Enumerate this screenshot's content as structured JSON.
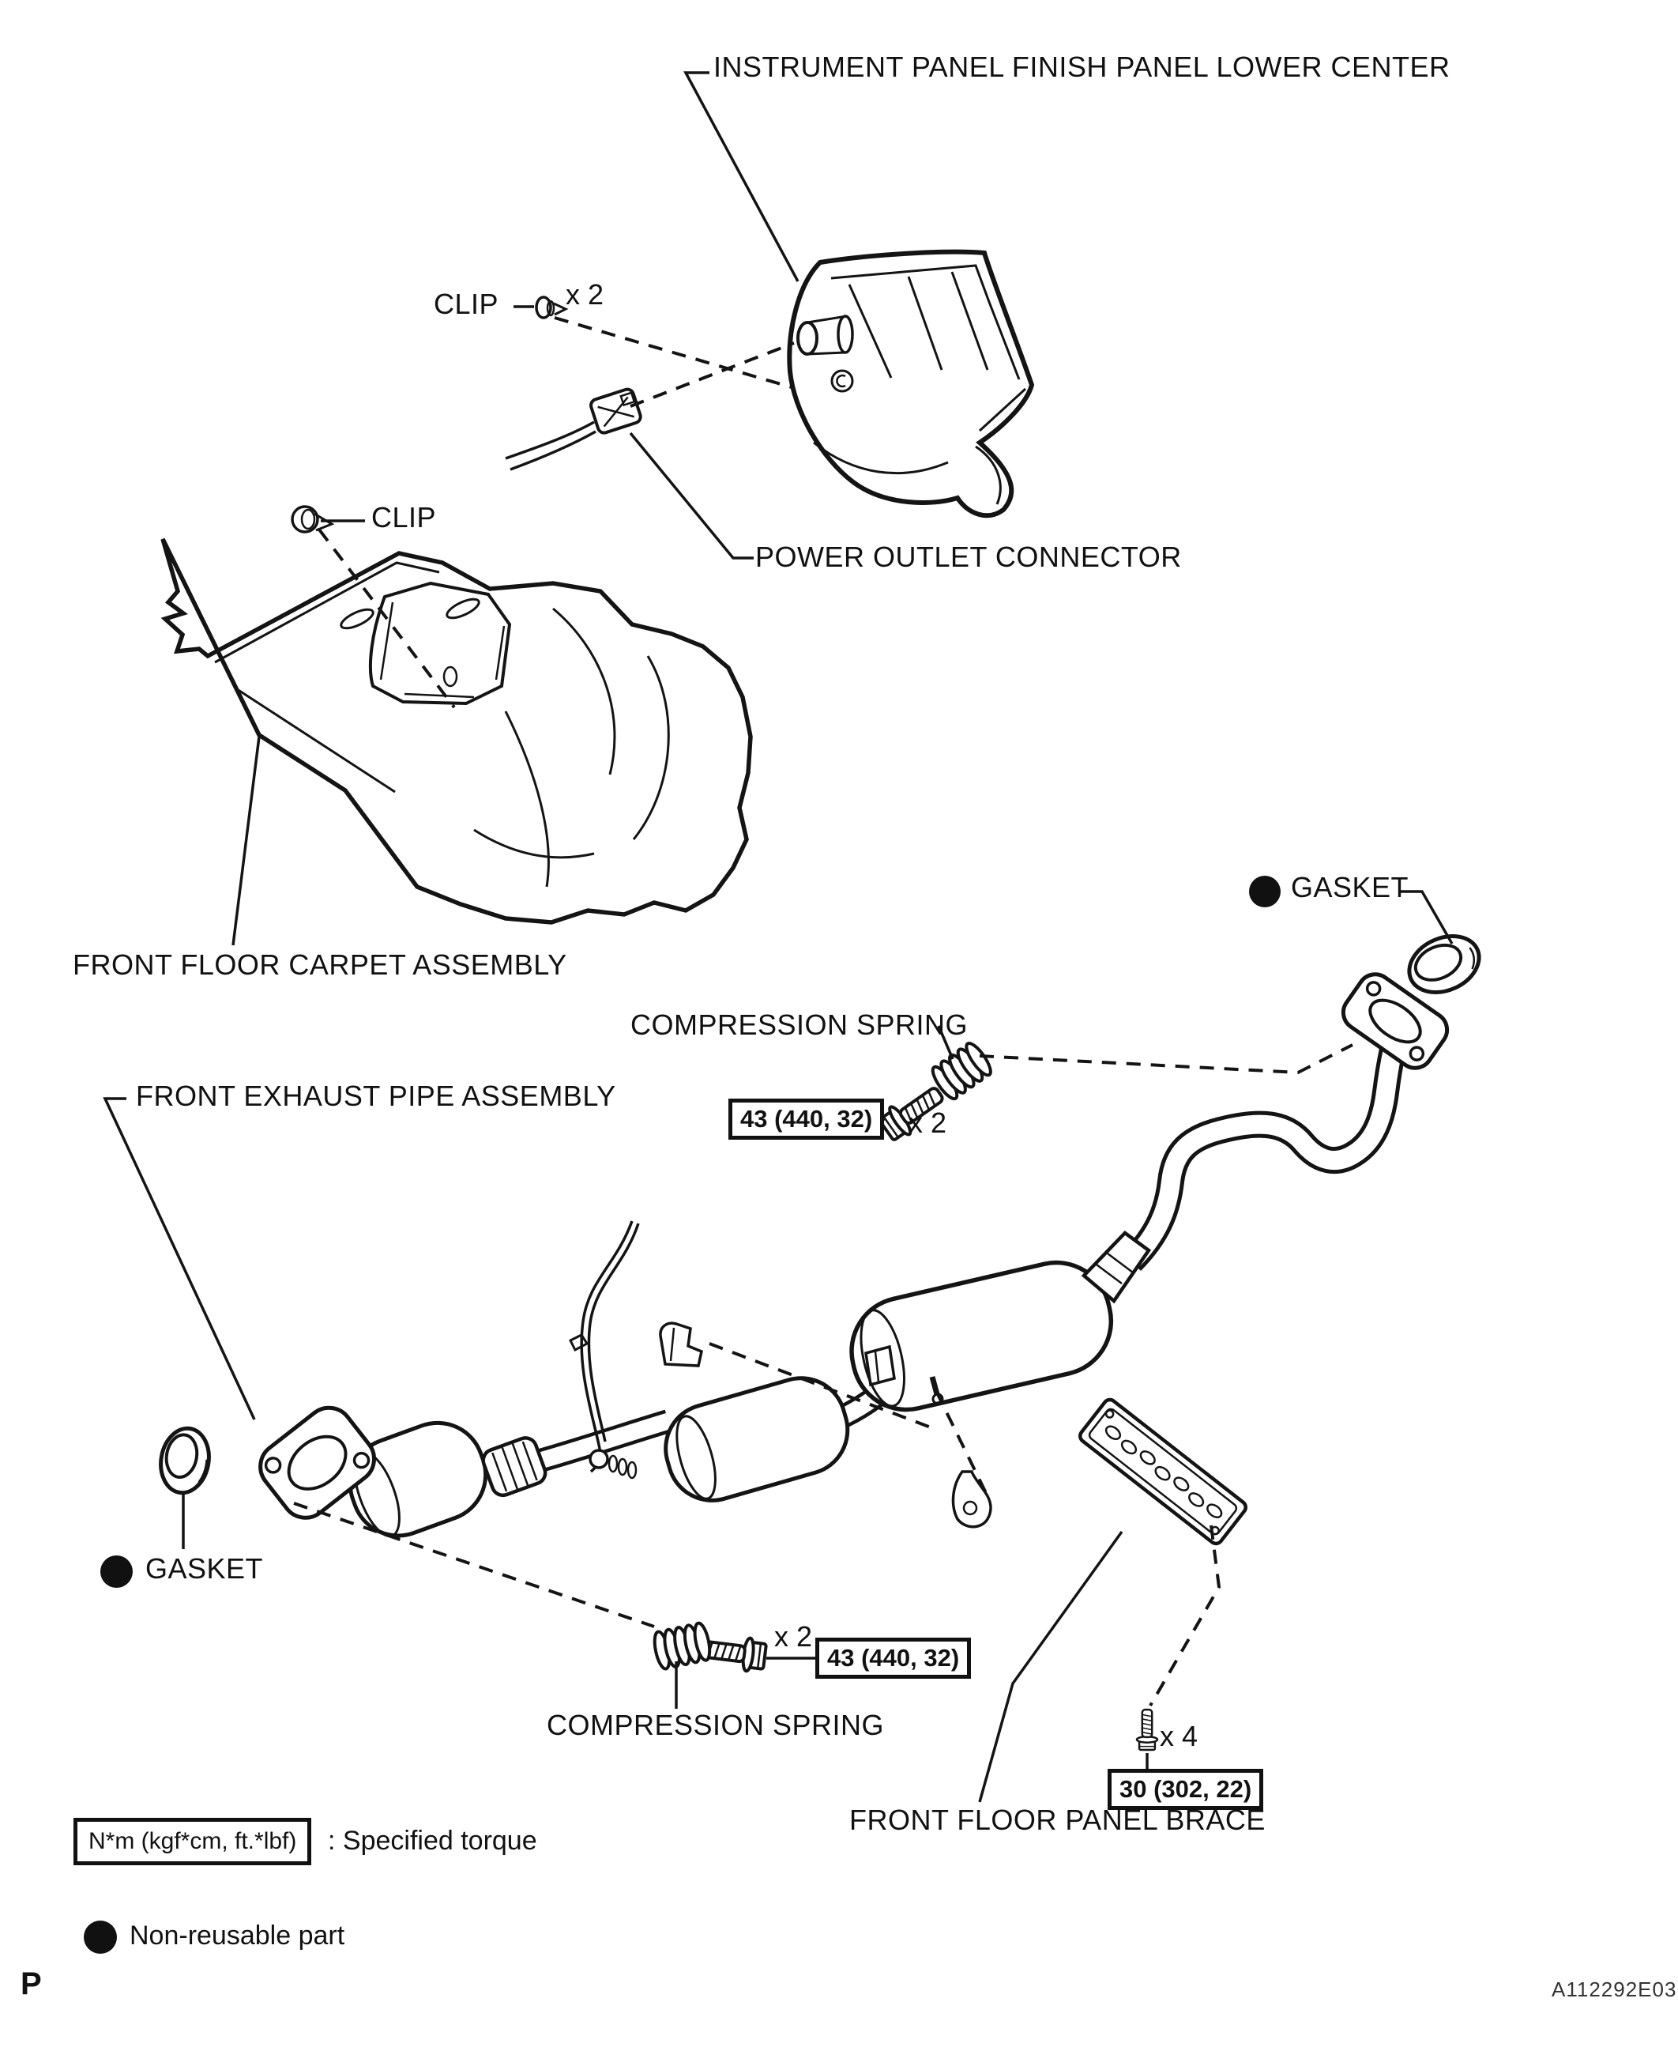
{
  "diagram": {
    "title_part": "INSTRUMENT PANEL FINISH PANEL LOWER CENTER",
    "labels": {
      "clip_top": "CLIP",
      "clip_top_qty": "x 2",
      "clip_left": "CLIP",
      "power_outlet": "POWER OUTLET CONNECTOR",
      "carpet": "FRONT FLOOR CARPET ASSEMBLY",
      "gasket_right": "GASKET",
      "compression_spring_top": "COMPRESSION SPRING",
      "exhaust_pipe": "FRONT EXHAUST PIPE ASSEMBLY",
      "gasket_left": "GASKET",
      "compression_spring_bottom": "COMPRESSION SPRING",
      "floor_brace": "FRONT FLOOR PANEL BRACE"
    },
    "torque_specs": [
      {
        "value": "43 (440, 32)",
        "qty": "x 2",
        "location": "rear-flange"
      },
      {
        "value": "43 (440, 32)",
        "qty": "x 2",
        "location": "front-flange"
      },
      {
        "value": "30 (302, 22)",
        "qty": "x 4",
        "location": "floor-brace"
      }
    ],
    "legend": {
      "torque_units": "N*m (kgf*cm, ft.*lbf)",
      "torque_caption": ": Specified torque",
      "non_reusable": "Non-reusable part"
    },
    "footer": {
      "page_marker": "P",
      "drawing_code": "A112292E03"
    },
    "colors": {
      "line": "#141414",
      "background": "#ffffff"
    }
  }
}
